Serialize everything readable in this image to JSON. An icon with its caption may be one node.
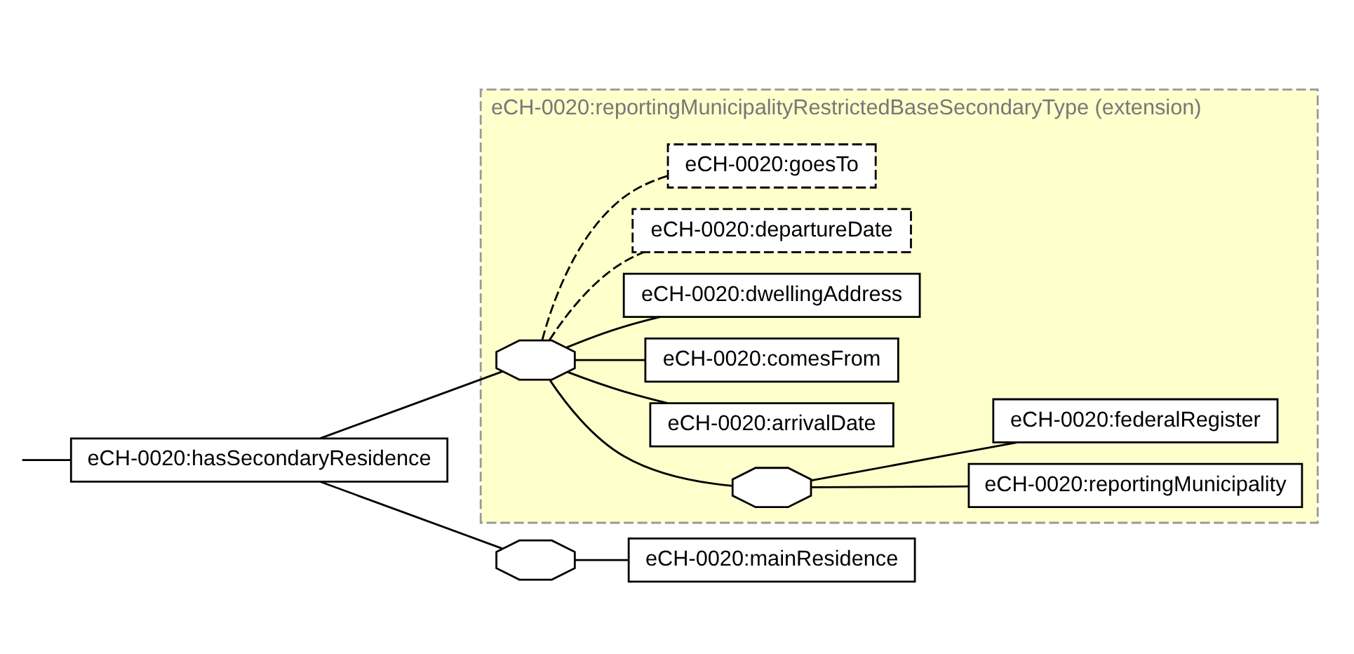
{
  "diagram": {
    "nodes": [
      {
        "text": [
          "eCH-0020:hasSecondaryResidence"
        ]
      },
      {
        "text": [
          "eCH-0020:reportingMunicipalityRestrictedBaseSecondaryType (extension)"
        ]
      },
      {
        "text": [],
        "shape": "octagon",
        "in": 1
      },
      {
        "text": [],
        "shape": "octagon",
        "in": 1
      },
      {
        "text": [
          "eCH-0020:reportingMunicipality"
        ],
        "in": 1
      },
      {
        "text": [
          "eCH-0020:federalRegister"
        ],
        "in": 1
      },
      {
        "text": [
          "eCH-0020:arrivalDate"
        ],
        "in": 1
      },
      {
        "text": [
          "eCH-0020:comesFrom"
        ],
        "in": 1
      },
      {
        "text": [
          "eCH-0020:dwellingAddress"
        ],
        "in": 1
      },
      {
        "text": [
          "eCH-0020:departureDate"
        ],
        "in": 1
      },
      {
        "text": [
          "eCH-0020:goesTo"
        ],
        "in": 1
      },
      {
        "text": [],
        "shape": "octagon"
      },
      {
        "text": [
          "eCH-0020:mainResidence"
        ]
      }
    ],
    "edges": [
      {
        "from": null,
        "to": 0,
        "arrow": "none"
      },
      {
        "from": 0,
        "to": 2,
        "arrow": "none"
      },
      {
        "from": 0,
        "to": 11,
        "arrow": "none"
      },
      {
        "from": 2,
        "to": 3,
        "arrow": "none"
      },
      {
        "from": 3,
        "to": 4,
        "arrow": "none"
      },
      {
        "from": 3,
        "to": 5,
        "arrow": "none"
      },
      {
        "from": 2,
        "to": 6,
        "arrow": "none"
      },
      {
        "from": 2,
        "to": 7,
        "arrow": "none"
      },
      {
        "from": 2,
        "to": 8,
        "arrow": "none"
      },
      {
        "from": 2,
        "to": 9,
        "arrow": "none",
        "style": "dashed"
      },
      {
        "from": 2,
        "to": 10,
        "arrow": "none",
        "style": "dashed"
      },
      {
        "from": 11,
        "to": 12,
        "arrow": "none"
      }
    ]
  }
}
